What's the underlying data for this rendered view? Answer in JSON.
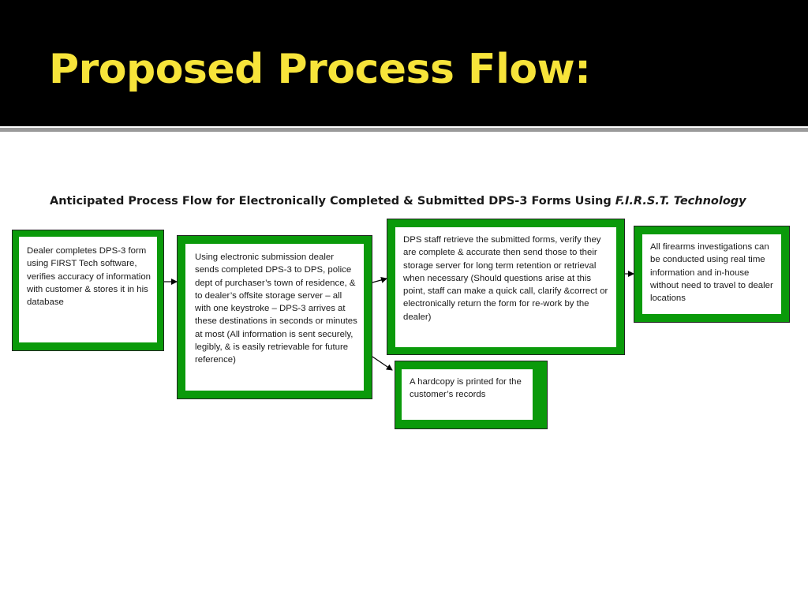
{
  "slide": {
    "title": "Proposed Process Flow:"
  },
  "diagram": {
    "subtitle_main": "Anticipated Process Flow for Electronically Completed & Submitted DPS-3 Forms Using ",
    "subtitle_emphasis": "F.I.R.S.T. Technology",
    "steps": [
      {
        "text": "Dealer completes DPS-3 form using FIRST Tech software, verifies accuracy of information with customer & stores it in his database"
      },
      {
        "text": "Using electronic submission dealer sends completed DPS-3 to DPS, police dept of purchaser’s town of residence, & to dealer’s offsite storage server – all with one keystroke – DPS-3 arrives at these destinations in seconds or minutes at most (All information is sent securely, legibly, & is easily retrievable for future reference)"
      },
      {
        "text": "DPS staff retrieve the submitted forms, verify they are complete & accurate then send those to their storage server for long term retention or retrieval when necessary (Should questions arise at this point, staff can make a quick call, clarify &correct or electronically return the form for re-work by the dealer)"
      },
      {
        "text": "All firearms investigations can be conducted using real time information and in-house without need to travel to dealer locations"
      },
      {
        "text": "A hardcopy is printed for the customer’s records"
      }
    ],
    "colors": {
      "box_fill": "#0a9a0a",
      "header": "#000000",
      "title": "#f7e43a"
    }
  }
}
